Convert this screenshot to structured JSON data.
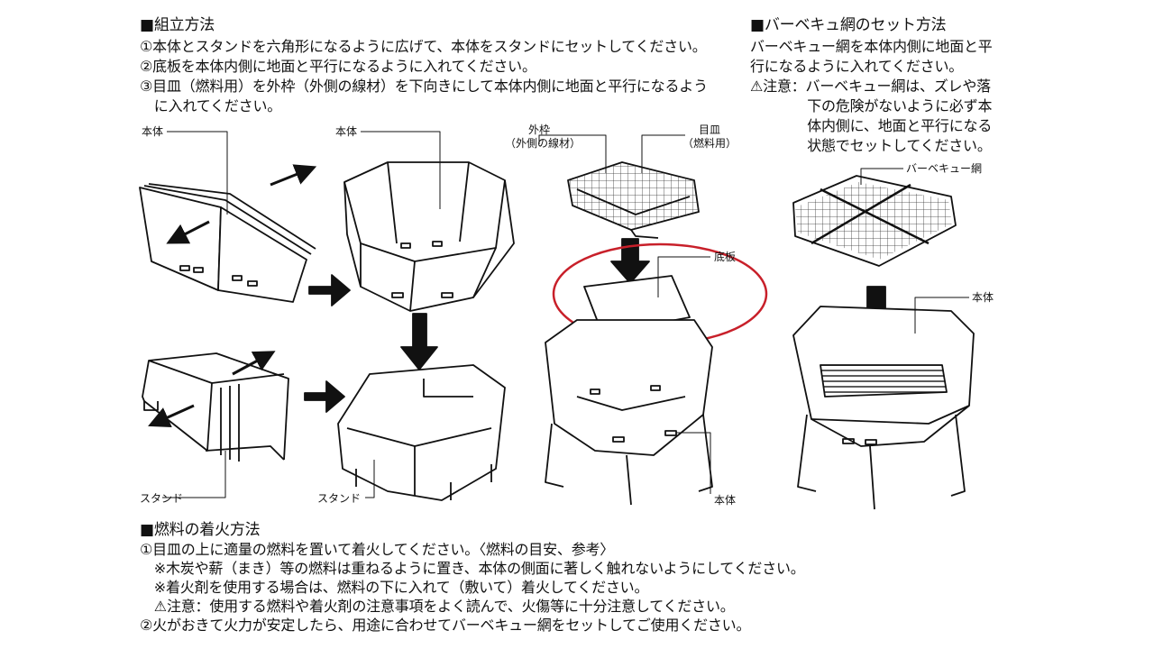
{
  "assembly": {
    "title": "■組立方法",
    "steps": [
      "①本体とスタンドを六角形になるように広げて、本体をスタンドにセットしてください。",
      "②底板を本体内側に地面と平行になるように入れてください。",
      "③目皿（燃料用）を外枠（外側の線材）を下向きにして本体内側に地面と平行になるよう",
      "　に入れてください。"
    ]
  },
  "grill_set": {
    "title": "■バーベキュ網のセット方法",
    "lines": [
      "バーベキュー網を本体内側に地面と平",
      "行になるように入れてください。",
      "⚠注意：バーベキュー網は、ズレや落",
      "　　　　下の危険がないように必ず本",
      "　　　　体内側に、地面と平行になる",
      "　　　　状態でセットしてください。"
    ]
  },
  "labels": {
    "body_1": "本体",
    "stand_1": "スタンド",
    "body_2": "本体",
    "stand_2": "スタンド",
    "outer_frame_1": "外枠",
    "outer_frame_2": "（外側の線材）",
    "grate_1": "目皿",
    "grate_2": "（燃料用）",
    "bottom_plate": "底板",
    "body_3": "本体",
    "bbq_net": "バーベキュー網",
    "body_4": "本体"
  },
  "ignition": {
    "title": "■燃料の着火方法",
    "lines": [
      "①目皿の上に適量の燃料を置いて着火してください。〈燃料の目安、参考〉",
      "　※木炭や薪（まき）等の燃料は重ねるように置き、本体の側面に著しく触れないようにしてください。",
      "　※着火剤を使用する場合は、燃料の下に入れて（敷いて）着火してください。",
      "　⚠注意：使用する燃料や着火剤の注意事項をよく読んで、火傷等に十分注意してください。",
      "②火がおきて火力が安定したら、用途に合わせてバーベキュー網をセットしてご使用ください。"
    ]
  },
  "colors": {
    "ink": "#111111",
    "highlight": "#c8202a",
    "fill": "#ffffff"
  }
}
